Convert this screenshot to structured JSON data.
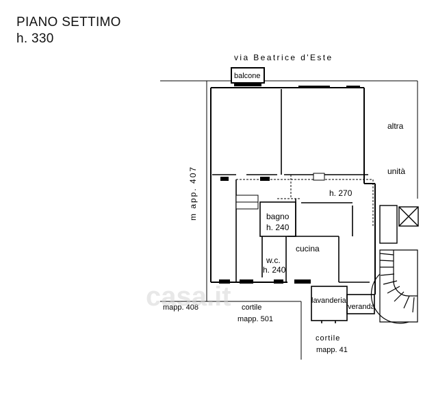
{
  "header": {
    "floor": "PIANO SETTIMO",
    "height": "h. 330"
  },
  "street": "via Beatrice d'Este",
  "rooms": {
    "balcony": "balcone",
    "other_unit_1": "altra",
    "other_unit_2": "unità",
    "corridor_height": "h. 270",
    "bathroom": "bagno",
    "bathroom_height": "h. 240",
    "kitchen": "cucina",
    "wc": "w.c.",
    "wc_height": "h. 240",
    "laundry": "lavanderia",
    "veranda": "veranda"
  },
  "parcels": {
    "left_side": "m app. 407",
    "bottom_left": "mapp. 408",
    "courtyard_1": "cortile",
    "courtyard_1_parcel": "mapp. 501",
    "courtyard_2": "cortile",
    "courtyard_2_parcel": "mapp. 41"
  },
  "watermark": "casa.it"
}
